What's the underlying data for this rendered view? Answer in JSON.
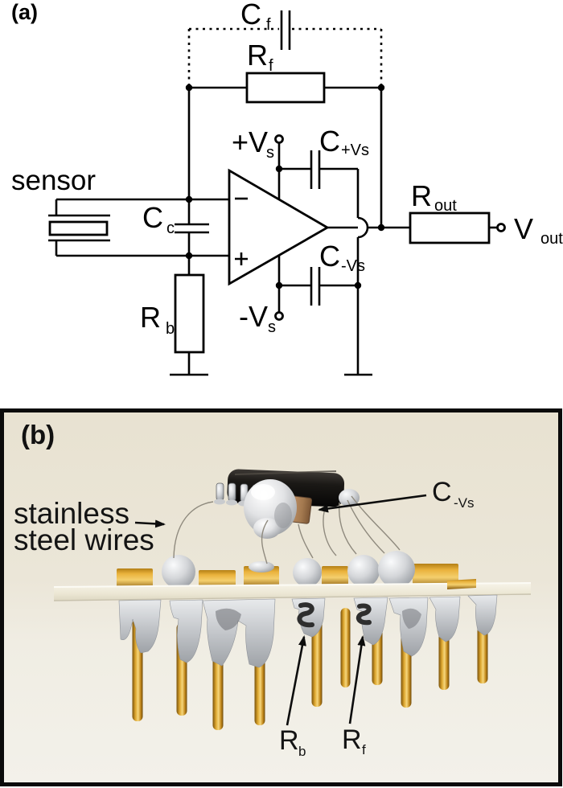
{
  "figure": {
    "panel_a_tag": "(a)",
    "panel_b_tag": "(b)"
  },
  "circuit": {
    "sensor_label": "sensor",
    "cf": {
      "m": "C",
      "s": "f"
    },
    "rf": {
      "m": "R",
      "s": "f"
    },
    "cc": {
      "m": "C",
      "s": "c"
    },
    "rb": {
      "m": "R",
      "s": "b"
    },
    "plus_vs": {
      "m": "+V",
      "s": "s"
    },
    "minus_vs": {
      "m": "-V",
      "s": "s"
    },
    "c_plus_vs": {
      "m": "C",
      "s": "+Vs"
    },
    "c_minus_vs": {
      "m": "C",
      "s": "-Vs"
    },
    "r_out": {
      "m": "R",
      "s": "out"
    },
    "v_out": {
      "m": "V",
      "s": "out"
    },
    "opamp": {
      "inverting": "−",
      "noninverting": "+"
    }
  },
  "photo": {
    "stainless_line1": "stainless",
    "stainless_line2": "steel wires",
    "c_minus_vs": {
      "m": "C",
      "s": "-Vs"
    },
    "rb": {
      "m": "R",
      "s": "b"
    },
    "rf": {
      "m": "R",
      "s": "f"
    }
  },
  "colors": {
    "ink": "#000000",
    "photo_background_top": "#e8e2d1",
    "photo_background_bottom": "#f3f1ea",
    "gold_pin": "#d39a24",
    "solder_silver": "#c7c9cc",
    "chip_black": "#161412",
    "capacitor_tan": "#a87a57",
    "board_white": "#f2efe3"
  }
}
